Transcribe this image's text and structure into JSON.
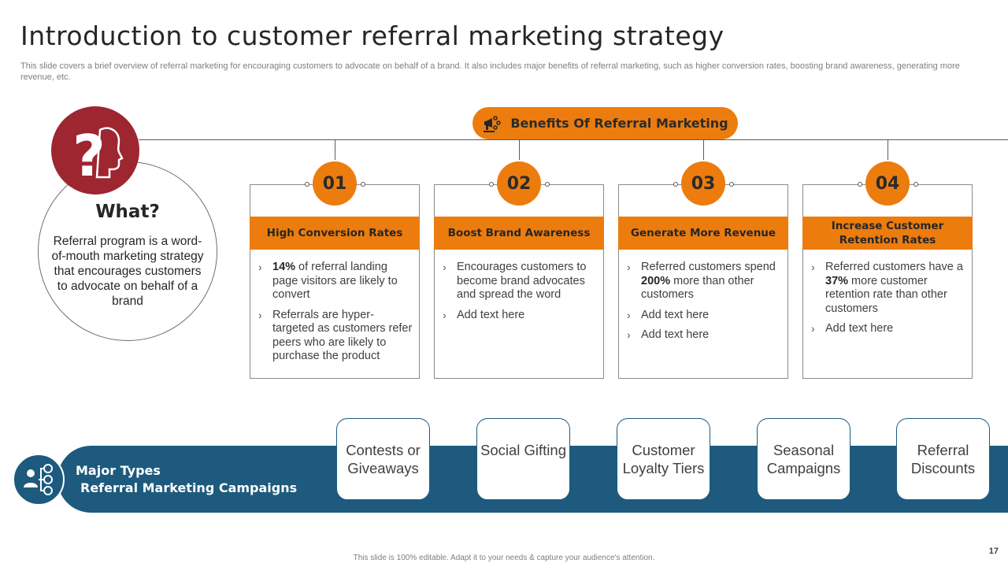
{
  "title": "Introduction to customer referral marketing strategy",
  "subtitle": "This slide covers a brief overview of referral marketing for encouraging customers to advocate on behalf of a brand. It also includes major benefits of referral marketing, such as higher conversion rates, boosting brand awareness, generating more revenue, etc.",
  "benefits_label": "Benefits Of Referral Marketing",
  "what": {
    "heading": "What?",
    "text": "Referral program is a word-of-mouth marketing strategy that encourages customers to advocate on behalf of a brand"
  },
  "cards": [
    {
      "number": "01",
      "heading": "High Conversion Rates",
      "items": [
        {
          "bold": "14%",
          "text": " of referral landing page visitors are likely to convert"
        },
        {
          "bold": "",
          "text": "Referrals are hyper-targeted as customers refer peers who are likely to purchase the product"
        }
      ]
    },
    {
      "number": "02",
      "heading": "Boost Brand Awareness",
      "items": [
        {
          "bold": "",
          "text": "Encourages customers to become brand advocates and spread the word"
        },
        {
          "bold": "",
          "text": "Add text here"
        }
      ]
    },
    {
      "number": "03",
      "heading": "Generate More Revenue",
      "items": [
        {
          "bold": "",
          "text": "Referred customers spend ",
          "bold2": "200%",
          "text2": " more than other customers"
        },
        {
          "bold": "",
          "text": "Add text here"
        },
        {
          "bold": "",
          "text": "Add text here"
        }
      ]
    },
    {
      "number": "04",
      "heading": "Increase Customer Retention Rates",
      "items": [
        {
          "bold": "",
          "text": "Referred customers have a ",
          "bold2": "37%",
          "text2": " more customer retention rate than other customers"
        },
        {
          "bold": "",
          "text": "Add text here"
        }
      ]
    }
  ],
  "band": {
    "line1": "Major Types",
    "line2": "Referral Marketing Campaigns"
  },
  "campaigns": [
    "Contests or Giveaways",
    "Social Gifting",
    "Customer Loyalty Tiers",
    "Seasonal Campaigns",
    "Referral Discounts"
  ],
  "footer": "This slide is 100% editable. Adapt it to your needs & capture your audience's attention.",
  "page_number": "17",
  "colors": {
    "accent": "#ec7c0e",
    "navy": "#1d5a7e",
    "maroon": "#9e2631"
  },
  "icons": [
    "megaphone-icon",
    "question-head-icon",
    "people-network-icon"
  ]
}
